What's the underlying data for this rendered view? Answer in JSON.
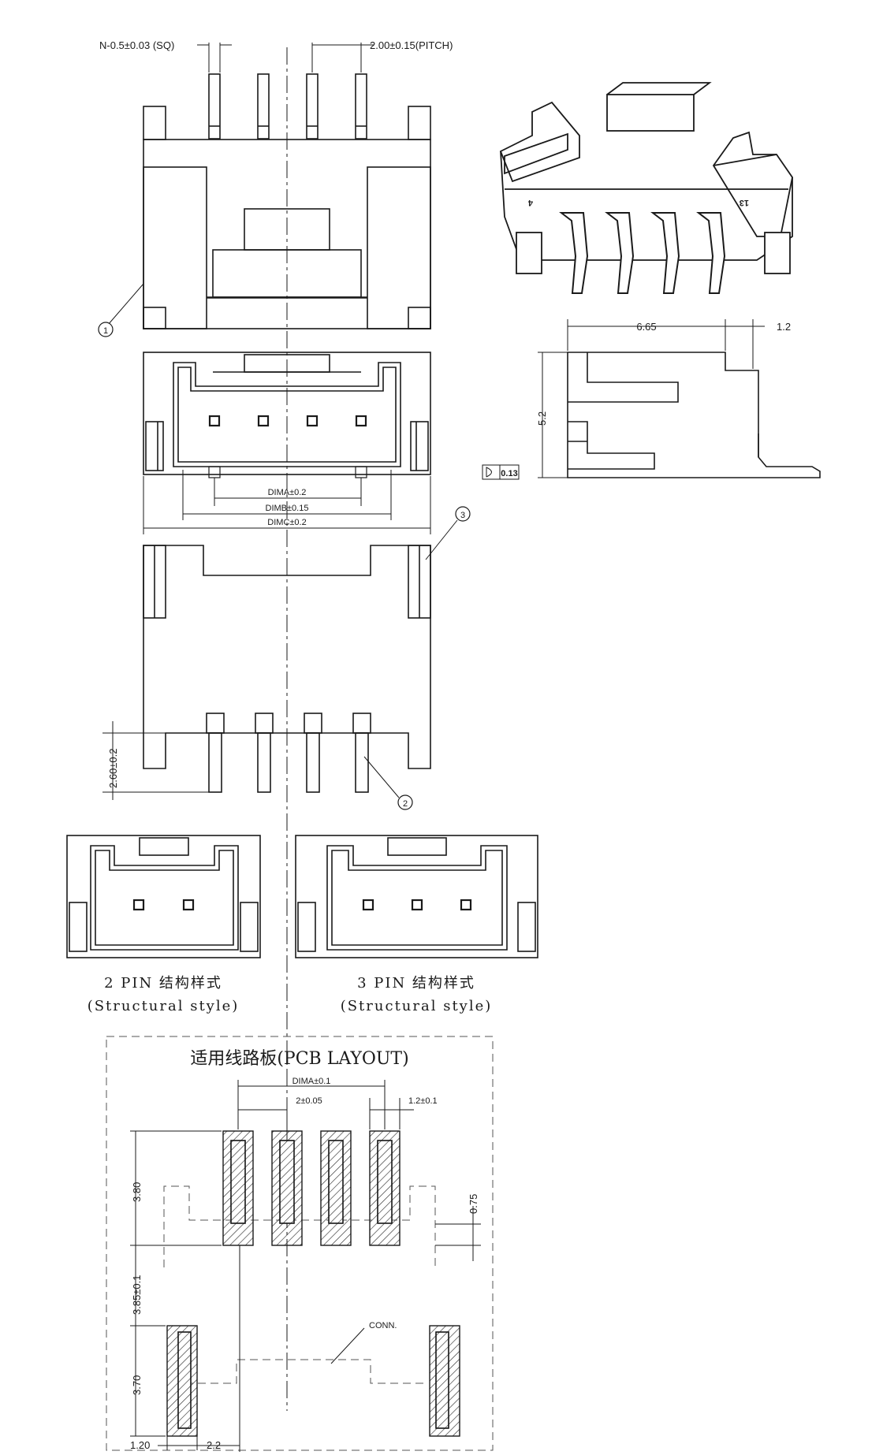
{
  "top_view": {
    "pin_size_label": "N-0.5±0.03 (SQ)",
    "pitch_label": "2.00±0.15(PITCH)",
    "callout_1": "1"
  },
  "front_view": {
    "dim_a": "DIMA±0.2",
    "dim_b": "DIMB±0.15",
    "dim_c": "DIMC±0.2",
    "callout_3": "3"
  },
  "bottom_view": {
    "height_label": "2.60±0.2",
    "callout_2": "2"
  },
  "iso_view": {
    "marker_left": "4",
    "marker_right": "13"
  },
  "side_view": {
    "width_label": "6.65",
    "tail_label": "1.2",
    "height_label": "5.2",
    "flatness_value": "0.13"
  },
  "variants": [
    {
      "line1": "2 PIN 结构样式",
      "line2": "(Structural style)",
      "pins": 2
    },
    {
      "line1": "3 PIN 结构样式",
      "line2": "(Structural style)",
      "pins": 3
    }
  ],
  "pcb_layout": {
    "title": "适用线路板(PCB LAYOUT)",
    "dim_a": "DIMA±0.1",
    "pitch": "2±0.05",
    "pad_width": "1.2±0.1",
    "pad_length": "3.80",
    "offset": "0.75",
    "gap": "3.85±0.1",
    "mount_length": "3.70",
    "mount_width": "1.20",
    "mount_offset": "2.2",
    "conn_label": "CONN."
  }
}
